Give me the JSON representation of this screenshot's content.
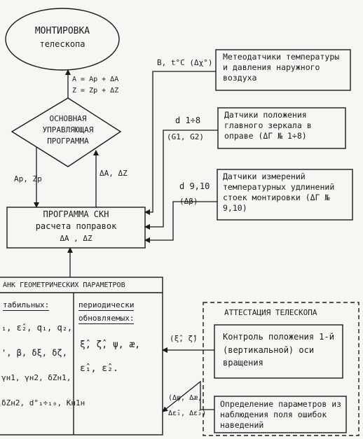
{
  "mount": {
    "line1": "МОНТИРОВКА",
    "line2": "телескопа"
  },
  "mount_input": {
    "line1": "A = Aр + ΔA",
    "line2": "Z = Zр + ΔZ"
  },
  "main_program": {
    "line1": "ОСНОВНАЯ",
    "line2": "УПРАВЛЯЮЩАЯ",
    "line3": "ПРОГРАММА"
  },
  "arrow_down_label": "Aр, Zр",
  "arrow_up_label": "ΔA, ΔZ",
  "skn": {
    "line1": "ПРОГРАММА СКН",
    "line2": "расчета поправок",
    "line3": "ΔA , ΔZ"
  },
  "sensor_weather": {
    "signal": "B, t°C (Δχ°)",
    "text": "Метеодатчики температуры и давления наружного воздуха"
  },
  "sensor_mirror": {
    "signal_top": "d 1÷8",
    "signal_bottom": "(G1, G2)",
    "text": "Датчики положения главного зеркала в оправе (ΔГ № 1÷8)"
  },
  "sensor_struts": {
    "signal_top": "d 9,10",
    "signal_bottom": "(Δβ)",
    "text": "Датчики измерений температурных удлинений стоек монтировки (ΔГ № 9,10)"
  },
  "params": {
    "title": "АНК ГЕОМЕТРИЧЕСКИХ ПАРАМЕТРОВ",
    "tabular_title": "табильных:",
    "tabular_rows": [
      "₁, ε̂₂, q₁, q₂,",
      "', β, δξ, δζ,",
      "γн1, γн2, δZн1,",
      "δZн2, d°₁÷₁₀, Кн1н"
    ],
    "periodic_title_1": "периодически",
    "periodic_title_2": "обновляемых:",
    "periodic_row1": "ξ̂, ζ̂, ψ, æ,",
    "periodic_row2": "ε̂₁, ε̂₂."
  },
  "attestation": {
    "title": "АТТЕСТАЦИЯ ТЕЛЕСКОПА",
    "signal1": "(ξ̂, ζ̂)",
    "box1": "Контроль положения 1-й (вертикальной) оси вращения",
    "signal2_line1": "(Δψ, Δæ,",
    "signal2_line2": "Δε̂₁, Δε̂₂)",
    "box2": "Определение параметров из наблюдения поля ошибок наведений"
  }
}
